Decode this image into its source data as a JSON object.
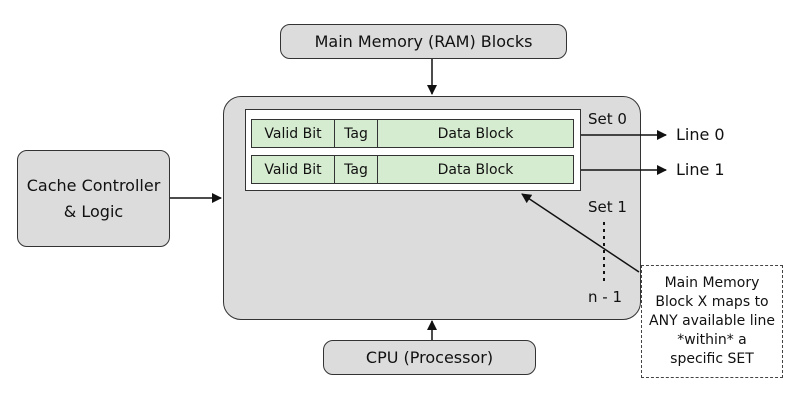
{
  "main_memory": "Main Memory (RAM) Blocks",
  "cpu": "CPU (Processor)",
  "controller": {
    "line1": "Cache Controller",
    "line2": "& Logic"
  },
  "lines": [
    {
      "valid": "Valid Bit",
      "tag": "Tag",
      "data": "Data Block"
    },
    {
      "valid": "Valid Bit",
      "tag": "Tag",
      "data": "Data Block"
    }
  ],
  "sets": {
    "set0": "Set 0",
    "set1": "Set 1",
    "setn": "n - 1"
  },
  "line_labels": [
    "Line 0",
    "Line 1"
  ],
  "note": {
    "l1": "Main Memory",
    "l2": "Block X maps to",
    "l3": "ANY available line",
    "l4": "*within* a",
    "l5": "specific SET"
  },
  "colors": {
    "box_fill": "#dcdcdc",
    "line_fill": "#d6ecd0"
  }
}
